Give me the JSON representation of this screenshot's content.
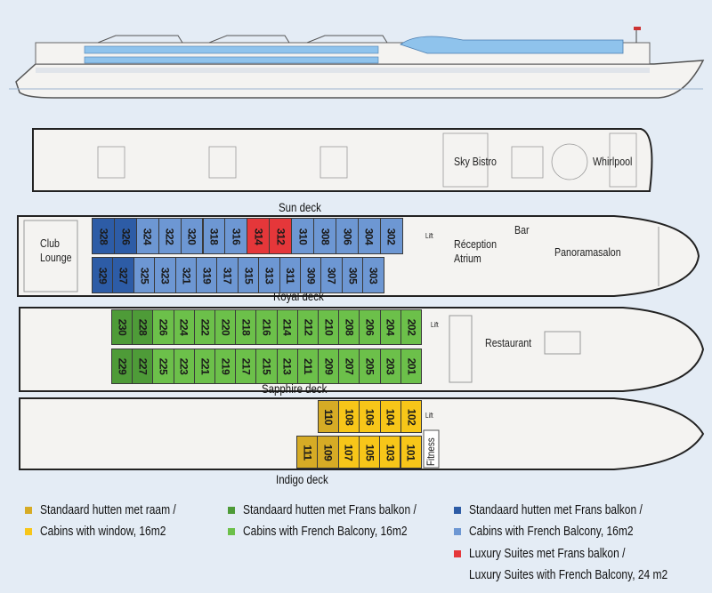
{
  "colors": {
    "background": "#e4ecf5",
    "deck": "#f4f3f1",
    "standard_window_dark": "#d6ab25",
    "standard_window_light": "#f7c619",
    "green_dark": "#4e9b38",
    "green_light": "#6cc04a",
    "blue_dark": "#2d5ca6",
    "blue_light": "#6d97d3",
    "luxury_red": "#e5373a"
  },
  "decks": {
    "sun": {
      "label": "Sun deck",
      "rooms": [
        "Sky Bistro",
        "Whirlpool"
      ]
    },
    "royal": {
      "label": "Royal deck",
      "rooms": {
        "club": "Club\nLounge",
        "club_1": "Club",
        "club_2": "Lounge",
        "reception_1": "Réception",
        "reception_2": "Atrium",
        "bar": "Bar",
        "panorama": "Panoramasalon",
        "lift": "Lift"
      },
      "top_row": [
        {
          "n": "328",
          "c": "blue_dark"
        },
        {
          "n": "326",
          "c": "blue_dark"
        },
        {
          "n": "324",
          "c": "blue_light"
        },
        {
          "n": "322",
          "c": "blue_light"
        },
        {
          "n": "320",
          "c": "blue_light"
        },
        {
          "n": "318",
          "c": "blue_light"
        },
        {
          "n": "316",
          "c": "blue_light"
        },
        {
          "n": "314",
          "c": "luxury_red"
        },
        {
          "n": "312",
          "c": "luxury_red"
        },
        {
          "n": "310",
          "c": "blue_light"
        },
        {
          "n": "308",
          "c": "blue_light"
        },
        {
          "n": "306",
          "c": "blue_light"
        },
        {
          "n": "304",
          "c": "blue_light"
        },
        {
          "n": "302",
          "c": "blue_light"
        }
      ],
      "bottom_row": [
        {
          "n": "329",
          "c": "blue_dark"
        },
        {
          "n": "327",
          "c": "blue_dark"
        },
        {
          "n": "325",
          "c": "blue_light"
        },
        {
          "n": "323",
          "c": "blue_light"
        },
        {
          "n": "321",
          "c": "blue_light"
        },
        {
          "n": "319",
          "c": "blue_light"
        },
        {
          "n": "317",
          "c": "blue_light"
        },
        {
          "n": "315",
          "c": "blue_light"
        },
        {
          "n": "313",
          "c": "blue_light"
        },
        {
          "n": "311",
          "c": "blue_light"
        },
        {
          "n": "309",
          "c": "blue_light"
        },
        {
          "n": "307",
          "c": "blue_light"
        },
        {
          "n": "305",
          "c": "blue_light"
        },
        {
          "n": "303",
          "c": "blue_light"
        }
      ]
    },
    "sapphire": {
      "label": "Sapphire deck",
      "rooms": {
        "restaurant": "Restaurant",
        "lift": "Lift"
      },
      "top_row": [
        {
          "n": "230",
          "c": "green_dark"
        },
        {
          "n": "228",
          "c": "green_dark"
        },
        {
          "n": "226",
          "c": "green_light"
        },
        {
          "n": "224",
          "c": "green_light"
        },
        {
          "n": "222",
          "c": "green_light"
        },
        {
          "n": "220",
          "c": "green_light"
        },
        {
          "n": "218",
          "c": "green_light"
        },
        {
          "n": "216",
          "c": "green_light"
        },
        {
          "n": "214",
          "c": "green_light"
        },
        {
          "n": "212",
          "c": "green_light"
        },
        {
          "n": "210",
          "c": "green_light"
        },
        {
          "n": "208",
          "c": "green_light"
        },
        {
          "n": "206",
          "c": "green_light"
        },
        {
          "n": "204",
          "c": "green_light"
        },
        {
          "n": "202",
          "c": "green_light"
        }
      ],
      "bottom_row": [
        {
          "n": "229",
          "c": "green_dark"
        },
        {
          "n": "227",
          "c": "green_dark"
        },
        {
          "n": "225",
          "c": "green_light"
        },
        {
          "n": "223",
          "c": "green_light"
        },
        {
          "n": "221",
          "c": "green_light"
        },
        {
          "n": "219",
          "c": "green_light"
        },
        {
          "n": "217",
          "c": "green_light"
        },
        {
          "n": "215",
          "c": "green_light"
        },
        {
          "n": "213",
          "c": "green_light"
        },
        {
          "n": "211",
          "c": "green_light"
        },
        {
          "n": "209",
          "c": "green_light"
        },
        {
          "n": "207",
          "c": "green_light"
        },
        {
          "n": "205",
          "c": "green_light"
        },
        {
          "n": "203",
          "c": "green_light"
        },
        {
          "n": "201",
          "c": "green_light"
        }
      ]
    },
    "indigo": {
      "label": "Indigo deck",
      "rooms": {
        "fitness": "Fitness",
        "lift": "Lift"
      },
      "top_row": [
        {
          "n": "110",
          "c": "standard_window_dark"
        },
        {
          "n": "108",
          "c": "standard_window_light"
        },
        {
          "n": "106",
          "c": "standard_window_light"
        },
        {
          "n": "104",
          "c": "standard_window_light"
        },
        {
          "n": "102",
          "c": "standard_window_light"
        }
      ],
      "bottom_row": [
        {
          "n": "111",
          "c": "standard_window_dark"
        },
        {
          "n": "109",
          "c": "standard_window_dark"
        },
        {
          "n": "107",
          "c": "standard_window_light"
        },
        {
          "n": "105",
          "c": "standard_window_light"
        },
        {
          "n": "103",
          "c": "standard_window_light"
        },
        {
          "n": "101",
          "c": "standard_window_light"
        }
      ]
    }
  },
  "legend": [
    {
      "text": "Standaard hutten met raam /",
      "c": "standard_window_dark"
    },
    {
      "text": "Cabins with window, 16m2",
      "c": "standard_window_light"
    },
    {
      "text": "Standaard hutten met Frans balkon /",
      "c": "green_dark"
    },
    {
      "text": "Cabins with French Balcony, 16m2",
      "c": "green_light"
    },
    {
      "text": "Standaard hutten met Frans balkon /",
      "c": "blue_dark"
    },
    {
      "text": "Cabins with French Balcony, 16m2",
      "c": "blue_light"
    },
    {
      "text": "Luxury Suites met Frans balkon /",
      "c": "luxury_red"
    },
    {
      "text": "Luxury Suites with French Balcony, 24 m2",
      "c": "luxury_red"
    }
  ]
}
